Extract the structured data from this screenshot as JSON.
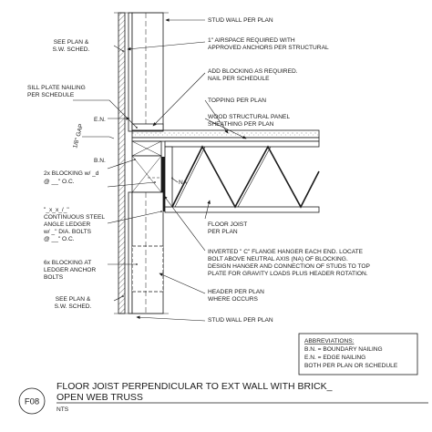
{
  "labels_left": {
    "see_plan_top_1": "SEE PLAN &",
    "see_plan_top_2": "S.W. SCHED.",
    "sill_plate_1": "SILL PLATE NAILING",
    "sill_plate_2": "PER SCHEDULE",
    "en": "E.N.",
    "gap": "1/8\" GAP",
    "bn": "B.N.",
    "blocking_1": "2x BLOCKING w/ _d",
    "blocking_2": "@ __\" O.C.",
    "ledger_1": "\"_x_x_/_\"",
    "ledger_2": "CONTINUOUS STEEL",
    "ledger_3": "ANGLE LEDGER",
    "ledger_4": "w/ _\" DIA. BOLTS",
    "ledger_5": "@ __\" O.C.",
    "blocking6_1": "6x BLOCKING AT",
    "blocking6_2": "LEDGER ANCHOR",
    "blocking6_3": "BOLTS",
    "see_plan_bot_1": "SEE PLAN &",
    "see_plan_bot_2": "S.W. SCHED."
  },
  "labels_right": {
    "stud_wall_top": "STUD WALL PER PLAN",
    "airspace_1": "1\" AIRSPACE REQUIRED WITH",
    "airspace_2": "APPROVED ANCHORS PER STRUCTURAL",
    "add_blocking_1": "ADD BLOCKING AS REQUIRED.",
    "add_blocking_2": "NAIL PER SCHEDULE",
    "topping": "TOPPING PER PLAN",
    "sheathing_1": "WOOD STRUCTURAL PANEL",
    "sheathing_2": "SHEATHING PER PLAN",
    "na": "NA",
    "floor_joist_1": "FLOOR JOIST",
    "floor_joist_2": "PER PLAN",
    "hanger_1": "INVERTED \" C\" FLANGE HANGER EACH END. LOCATE",
    "hanger_2": "BOLT ABOVE NEUTRAL AXIS (NA) OF BLOCKING.",
    "hanger_3": "DESIGN HANGER AND CONNECTION OF STUDS TO TOP",
    "hanger_4": "PLATE FOR GRAVITY LOADS PLUS HEADER ROTATION.",
    "header_1": "HEADER PER PLAN",
    "header_2": "WHERE OCCURS",
    "stud_wall_bot": "STUD WALL PER PLAN"
  },
  "abbreviations": {
    "title": "ABBREVIATIONS:",
    "bn": "B.N.   =  BOUNDARY NAILING",
    "en": "E.N.   =  EDGE NAILING",
    "both": "BOTH PER PLAN OR SCHEDULE"
  },
  "title_block": {
    "code": "F08",
    "title_1": "FLOOR JOIST PERPENDICULAR TO EXT WALL WITH BRICK_",
    "title_2": "OPEN WEB TRUSS",
    "scale": "NTS"
  }
}
